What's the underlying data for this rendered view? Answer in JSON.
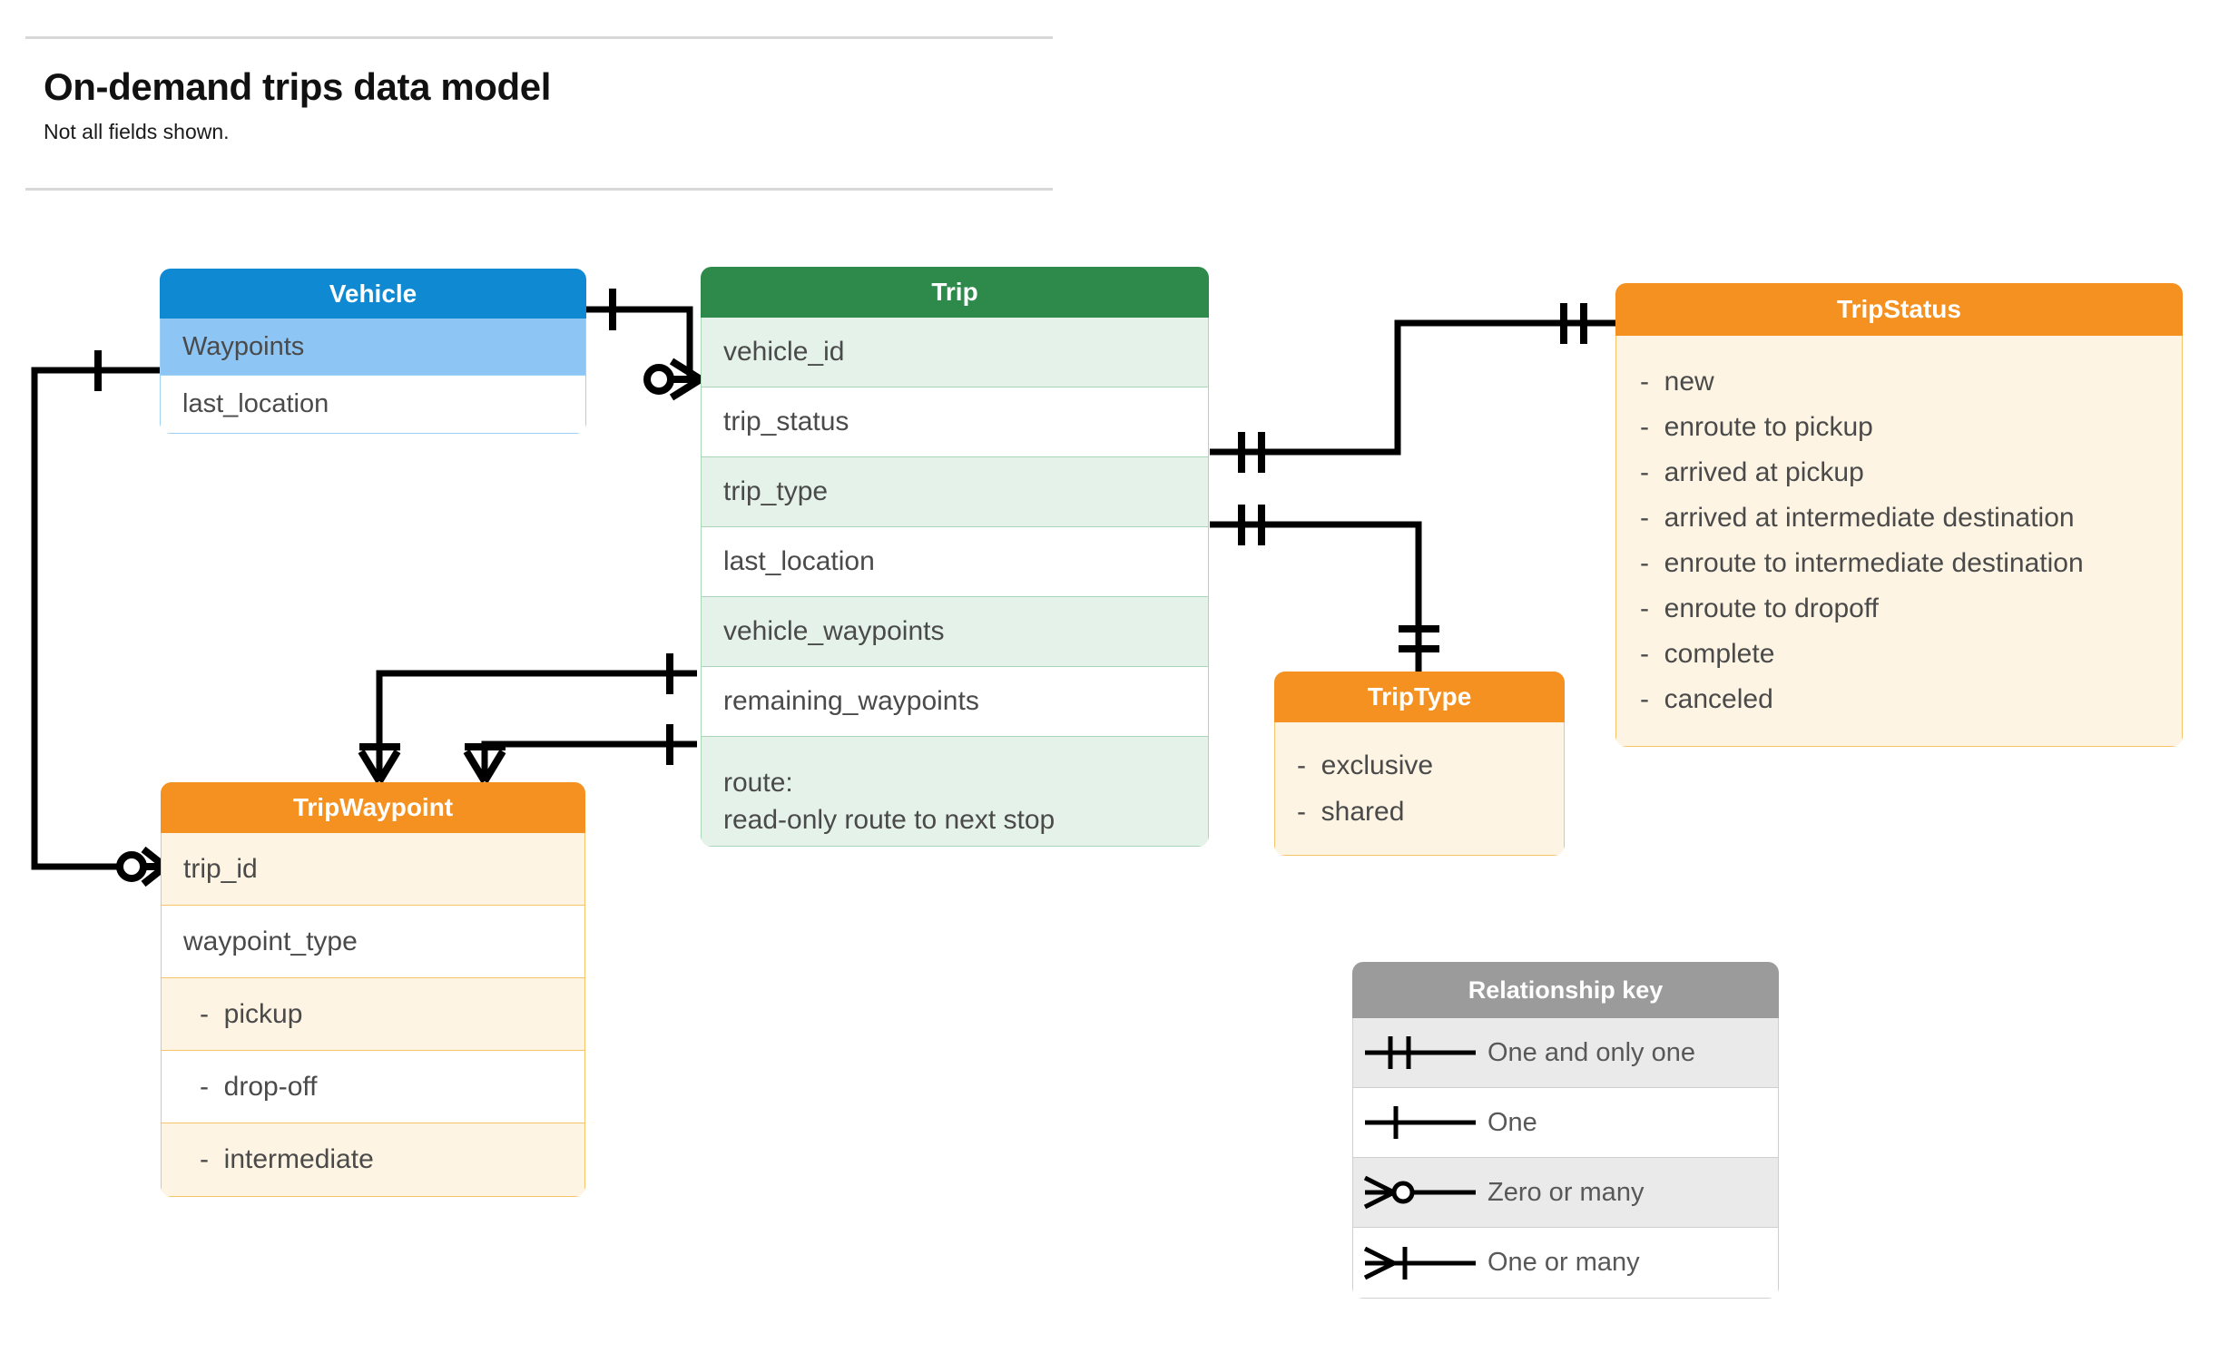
{
  "header": {
    "title": "On-demand trips data model",
    "subtitle": "Not all fields shown."
  },
  "entities": {
    "vehicle": {
      "name": "Vehicle",
      "header_color": "#1089d3",
      "rows": [
        {
          "label": "Waypoints"
        },
        {
          "label": "last_location"
        }
      ]
    },
    "trip": {
      "name": "Trip",
      "header_color": "#2d8a4b",
      "rows": [
        {
          "label": "vehicle_id"
        },
        {
          "label": "trip_status"
        },
        {
          "label": "trip_type"
        },
        {
          "label": "last_location"
        },
        {
          "label": "vehicle_waypoints"
        },
        {
          "label": "remaining_waypoints"
        },
        {
          "label": "route:\nread-only route to next stop"
        }
      ]
    },
    "trip_status": {
      "name": "TripStatus",
      "header_color": "#f59120",
      "values": [
        "-  new",
        "-  enroute to pickup",
        "-  arrived at pickup",
        "-  arrived at intermediate destination",
        "-  enroute to intermediate destination",
        "-  enroute to dropoff",
        "-  complete",
        "-  canceled"
      ]
    },
    "trip_type": {
      "name": "TripType",
      "header_color": "#f59120",
      "values": [
        "-  exclusive",
        "-  shared"
      ]
    },
    "trip_waypoint": {
      "name": "TripWaypoint",
      "header_color": "#f59120",
      "rows": [
        {
          "label": "trip_id"
        },
        {
          "label": "waypoint_type"
        },
        {
          "label": "-  pickup"
        },
        {
          "label": "-  drop-off"
        },
        {
          "label": "-  intermediate"
        }
      ]
    }
  },
  "relationship_key": {
    "title": "Relationship key",
    "header_color": "#9b9b9b",
    "items": [
      {
        "symbol": "one-and-only-one-icon",
        "label": "One and only one"
      },
      {
        "symbol": "one-icon",
        "label": "One"
      },
      {
        "symbol": "zero-or-many-icon",
        "label": "Zero or many"
      },
      {
        "symbol": "one-or-many-icon",
        "label": "One or many"
      }
    ]
  },
  "relationships": [
    {
      "from": "Vehicle",
      "to": "Trip.vehicle_id",
      "from_card": "one-icon",
      "to_card": "zero-or-many-icon"
    },
    {
      "from": "Vehicle.Waypoints",
      "to": "TripWaypoint",
      "from_card": "one-icon",
      "to_card": "zero-or-many-icon"
    },
    {
      "from": "Trip.trip_status",
      "to": "TripStatus",
      "from_card": "one-and-only-one-icon",
      "to_card": "one-and-only-one-icon"
    },
    {
      "from": "Trip.trip_type",
      "to": "TripType",
      "from_card": "one-and-only-one-icon",
      "to_card": "one-and-only-one-icon"
    },
    {
      "from": "Trip.vehicle_waypoints",
      "to": "TripWaypoint",
      "from_card": "one-icon",
      "to_card": "one-or-many-icon"
    },
    {
      "from": "Trip.remaining_waypoints",
      "to": "TripWaypoint",
      "from_card": "one-icon",
      "to_card": "one-or-many-icon"
    }
  ]
}
